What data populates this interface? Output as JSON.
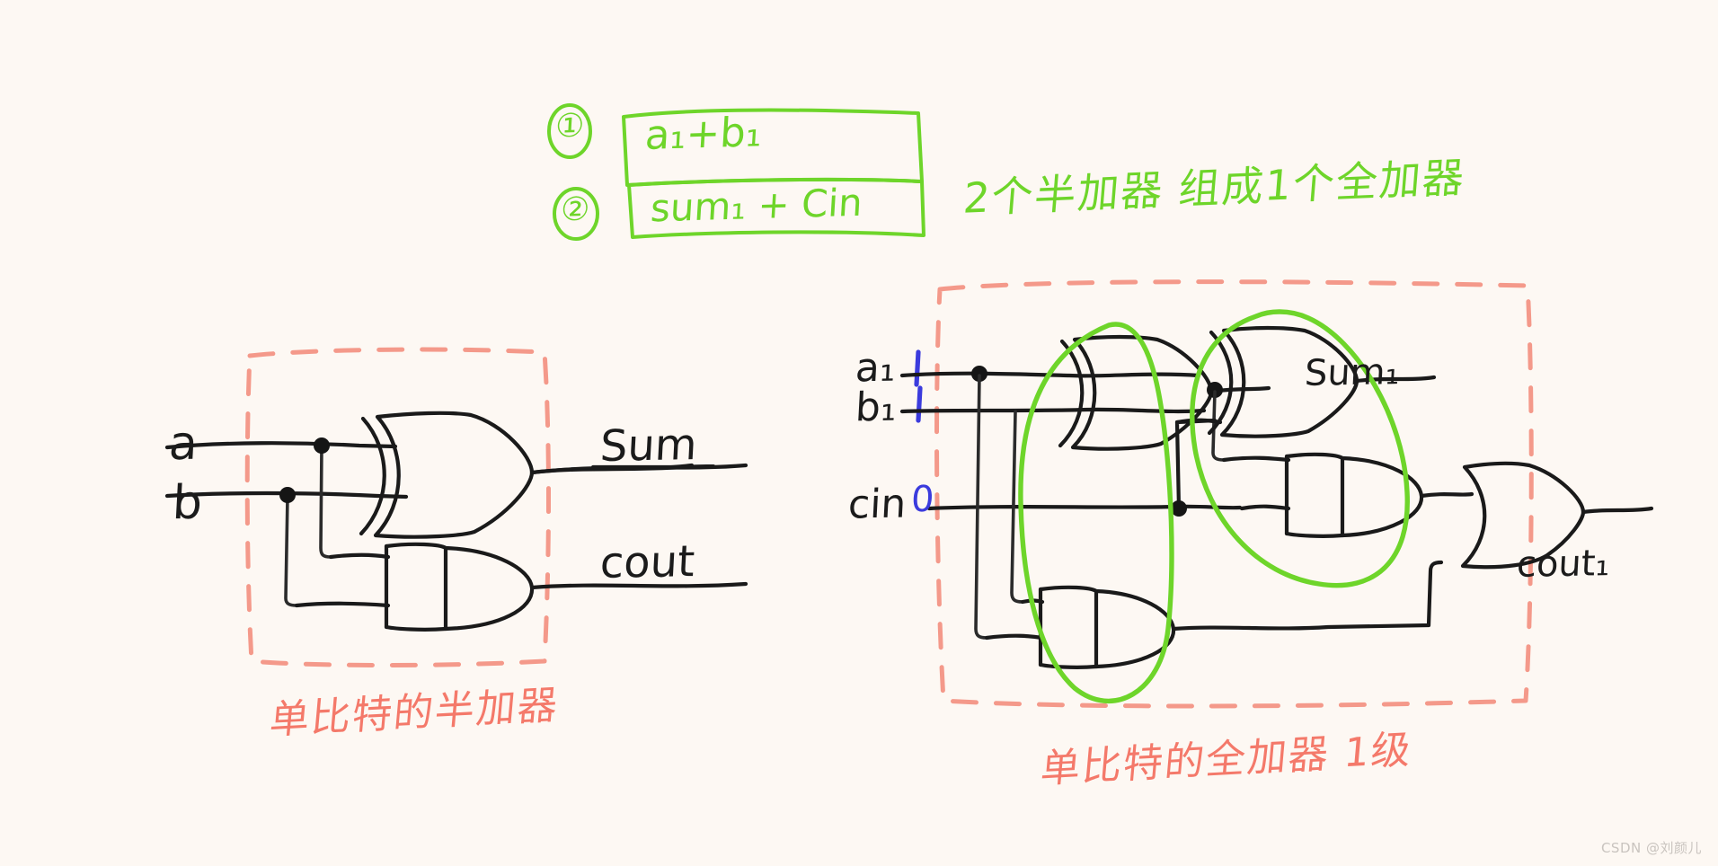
{
  "meta": {
    "background_color": "#fdf8f3",
    "ink_colors": {
      "black": "#1a1a1a",
      "green": "#6ed52a",
      "pink": "#f4998a",
      "pink_text": "#f4796a",
      "blue": "#3b3bdd",
      "watermark": "#c9c4bf"
    }
  },
  "notes": {
    "item1": {
      "marker": "①",
      "expression": "a₁+b₁"
    },
    "item2": {
      "marker": "②",
      "expression": "sum₁ + Cin"
    },
    "headline": "2个半加器 组成1个全加器"
  },
  "half_adder": {
    "caption": "单比特的半加器",
    "inputs": [
      {
        "label": "a"
      },
      {
        "label": "b"
      }
    ],
    "outputs": [
      {
        "label": "Sum"
      },
      {
        "label": "cout"
      }
    ],
    "gates": [
      {
        "type": "xor-gate",
        "name": "XOR"
      },
      {
        "type": "and-gate",
        "name": "AND"
      }
    ],
    "boundary": "dashed-pink-box"
  },
  "full_adder": {
    "caption": "单比特的全加器 1级",
    "inputs": [
      {
        "label": "a₁",
        "value": "1"
      },
      {
        "label": "b₁",
        "value": "1"
      },
      {
        "label": "cin",
        "value": "0"
      }
    ],
    "outputs": [
      {
        "label": "Sum₁"
      },
      {
        "label": "cout₁"
      }
    ],
    "gates": [
      {
        "type": "xor-gate",
        "name": "XOR1"
      },
      {
        "type": "xor-gate",
        "name": "XOR2"
      },
      {
        "type": "and-gate",
        "name": "AND1"
      },
      {
        "type": "and-gate",
        "name": "AND2"
      },
      {
        "type": "or-gate",
        "name": "OR1"
      }
    ],
    "groupings": [
      {
        "name": "half-adder-1-outline",
        "color": "#6ed52a"
      },
      {
        "name": "half-adder-2-outline",
        "color": "#6ed52a"
      }
    ],
    "boundary": "dashed-pink-box"
  },
  "watermark": {
    "text": "CSDN @刘颜儿"
  }
}
